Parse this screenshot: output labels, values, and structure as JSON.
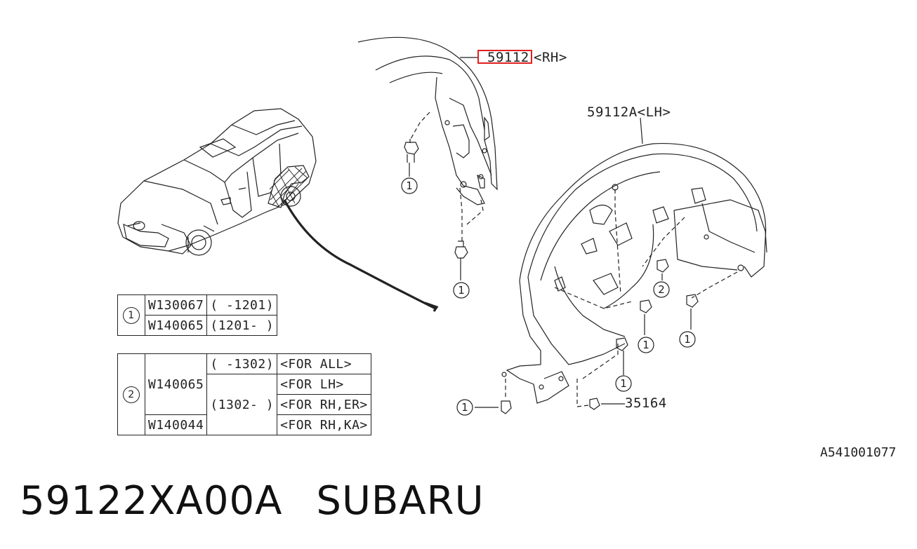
{
  "labels": {
    "rh_part": "59112",
    "rh_suffix": "<RH>",
    "lh_part": "59112A<LH>",
    "clip_part": "35164",
    "diagram_code": "A541001077"
  },
  "callouts": {
    "one": "1",
    "two": "2"
  },
  "highlight_color": "#e02020",
  "table1": {
    "key": "1",
    "rows": [
      {
        "part": "W130067",
        "range": "(   -1201)"
      },
      {
        "part": "W140065",
        "range": "(1201-   )"
      }
    ]
  },
  "table2": {
    "key": "2",
    "part_a": "W140065",
    "part_b": "W140044",
    "range_a": "(   -1302)",
    "range_b": "(1302-   )",
    "apps": [
      "<FOR ALL>",
      "<FOR LH>",
      "<FOR RH,ER>",
      "<FOR RH,KA>"
    ]
  },
  "footer": {
    "part_number": "59122XA00A",
    "brand": "SUBARU"
  }
}
